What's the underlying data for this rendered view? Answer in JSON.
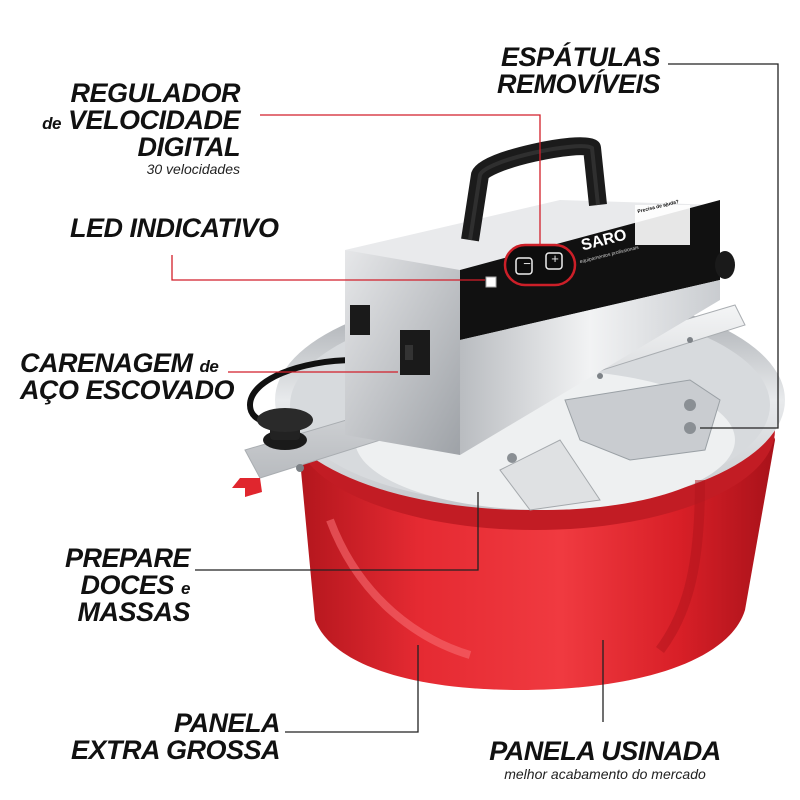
{
  "labels": {
    "regulador": {
      "line1": "REGULADOR",
      "line2_prefix": "de",
      "line2": "VELOCIDADE",
      "line3": "DIGITAL",
      "sub": "30 velocidades"
    },
    "led": {
      "text": "LED INDICATIVO"
    },
    "carenagem": {
      "line1": "CARENAGEM",
      "line1_suffix": "de",
      "line2": "AÇO ESCOVADO"
    },
    "prepare": {
      "line1": "PREPARE",
      "line2": "DOCES",
      "line2_suffix": "e",
      "line3": "MASSAS"
    },
    "panela_grossa": {
      "line1": "PANELA",
      "line2": "EXTRA GROSSA"
    },
    "espatulas": {
      "line1": "ESPÁTULAS",
      "line2": "REMOVÍVEIS"
    },
    "panela_usinada": {
      "line1": "PANELA USINADA",
      "sub": "melhor acabamento do mercado"
    }
  },
  "device": {
    "brand": "SARO",
    "brand_tagline": "equipamentos profissionais",
    "help_title": "Precisa de ajuda?",
    "minus_symbol": "−",
    "plus_symbol": "+"
  },
  "colors": {
    "pot_red": "#e0262e",
    "leader_red": "#d21f2a",
    "leader_dark": "#222222",
    "steel": "#d7d9dc"
  }
}
